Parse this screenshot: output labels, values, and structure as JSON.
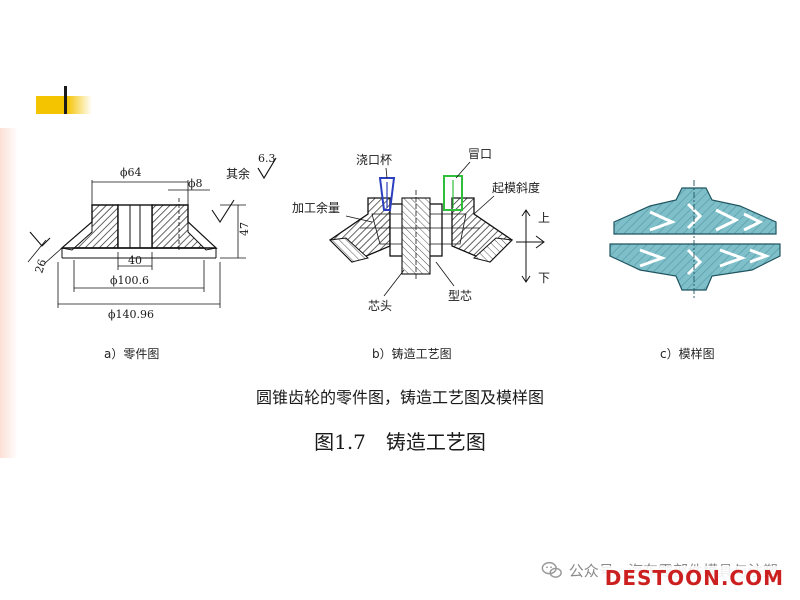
{
  "diagram_a": {
    "dims": {
      "top_bore": "ϕ64",
      "key_dia": "ϕ8",
      "inner_bore": "40",
      "mid_dia": "ϕ100.6",
      "outer_dia": "ϕ140.96",
      "height": "47",
      "slant": "26"
    },
    "surface_note": "其余",
    "roughness_symbol": "6.3",
    "caption": "a）零件图"
  },
  "diagram_b": {
    "labels": {
      "sprue": "浇口杯",
      "riser": "冒口",
      "draft": "起模斜度",
      "allowance": "加工余量",
      "core_print": "芯头",
      "core": "型芯",
      "upper": "上",
      "lower": "下"
    },
    "caption": "b）铸造工艺图"
  },
  "diagram_c": {
    "caption": "c）模样图"
  },
  "subtitle": "圆锥齿轮的零件图，铸造工艺图及模样图",
  "figure_title": "图1.7　铸造工艺图",
  "watermark": "公众号 · 汽车零部件模具与注塑",
  "site_logo": "DESTOON.COM",
  "colors": {
    "accent": "#f5c400",
    "hatch_fill": "#7fbfc9",
    "sprue_color": "#2b3fbf",
    "riser_color": "#2fbf3a",
    "brand_red": "#cc1f1f"
  }
}
